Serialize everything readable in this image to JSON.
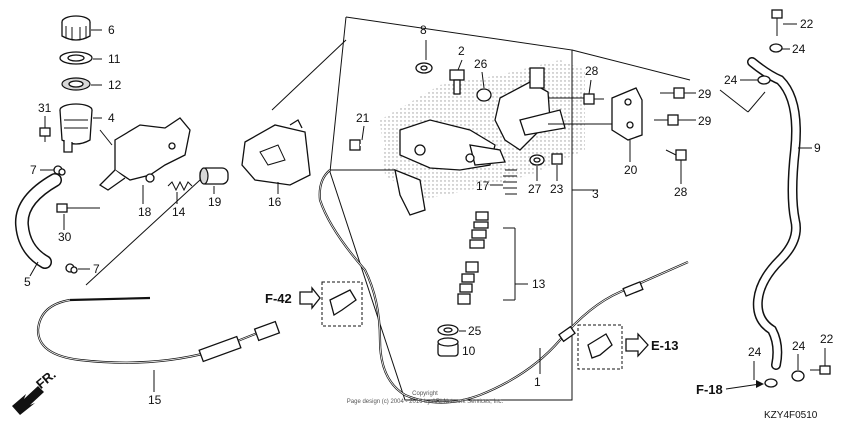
{
  "diagram_code": "KZY4F0510",
  "orientation_label": "FR.",
  "copyright_lines": [
    "Copyright",
    "Page design (c) 2004 - 2016 by ARI Network Services, Inc."
  ],
  "references": {
    "f42": "F-42",
    "e13": "E-13",
    "f18": "F-18"
  },
  "callouts": {
    "c1": "1",
    "c2": "2",
    "c3": "3",
    "c4": "4",
    "c5": "5",
    "c6": "6",
    "c7a": "7",
    "c7b": "7",
    "c8": "8",
    "c9": "9",
    "c10": "10",
    "c11": "11",
    "c12": "12",
    "c13": "13",
    "c14": "14",
    "c15": "15",
    "c16": "16",
    "c17": "17",
    "c18": "18",
    "c19": "19",
    "c20": "20",
    "c21": "21",
    "c22a": "22",
    "c22b": "22",
    "c23": "23",
    "c24a": "24",
    "c24b": "24",
    "c24c": "24",
    "c24d": "24",
    "c25": "25",
    "c26": "26",
    "c27": "27",
    "c28a": "28",
    "c28b": "28",
    "c29a": "29",
    "c29b": "29",
    "c30": "30",
    "c31": "31"
  },
  "icons": {
    "arrow_ref": "hollow-arrow-icon",
    "front_arrow": "front-direction-arrow-icon"
  }
}
